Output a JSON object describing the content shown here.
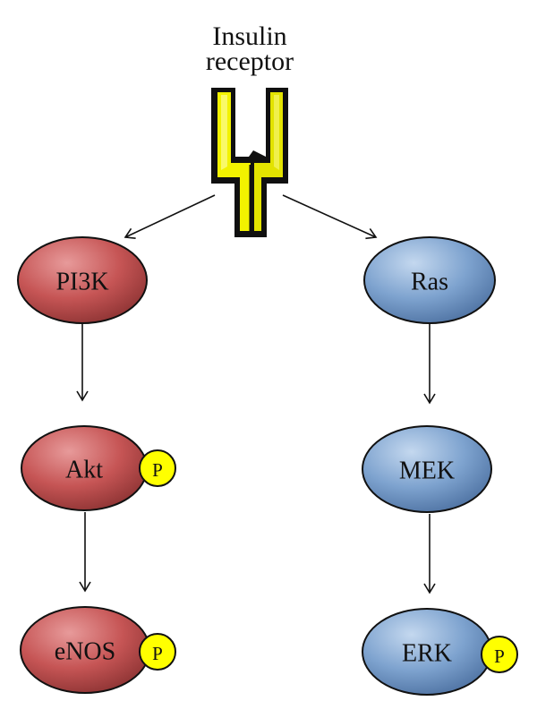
{
  "receptor": {
    "title_line1": "Insulin",
    "title_line2": "receptor",
    "color": "#f0f000"
  },
  "colors": {
    "red_node": "#c65555",
    "blue_node": "#7ea3cf",
    "phospho": "#ffff00"
  },
  "phospho_label": "P",
  "left_pathway": {
    "nodes": [
      {
        "label": "PI3K",
        "phosphorylated": false
      },
      {
        "label": "Akt",
        "phosphorylated": true
      },
      {
        "label": "eNOS",
        "phosphorylated": true
      }
    ]
  },
  "right_pathway": {
    "nodes": [
      {
        "label": "Ras",
        "phosphorylated": false
      },
      {
        "label": "MEK",
        "phosphorylated": false
      },
      {
        "label": "ERK",
        "phosphorylated": true
      }
    ]
  }
}
